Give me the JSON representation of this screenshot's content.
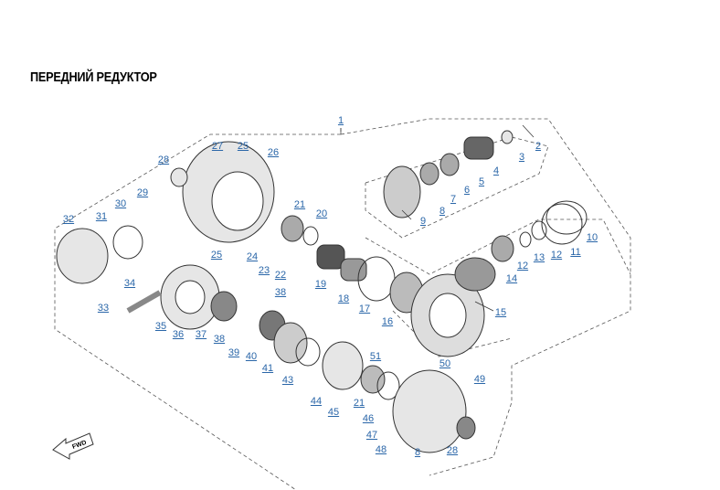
{
  "title": "ПЕРЕДНИЙ РЕДУКТОР",
  "fwd_label": "FWD",
  "callouts": [
    "1",
    "2",
    "3",
    "4",
    "5",
    "6",
    "7",
    "8",
    "9",
    "10",
    "11",
    "12",
    "13",
    "12",
    "14",
    "15",
    "16",
    "17",
    "18",
    "19",
    "20",
    "21",
    "22",
    "23",
    "24",
    "25",
    "25",
    "26",
    "27",
    "28",
    "29",
    "30",
    "31",
    "32",
    "33",
    "34",
    "35",
    "36",
    "37",
    "38",
    "38",
    "39",
    "40",
    "41",
    "43",
    "44",
    "45",
    "46",
    "47",
    "48",
    "49",
    "50",
    "51",
    "21",
    "8",
    "28"
  ],
  "colors": {
    "callout": "#2a66a8",
    "line": "#333333"
  }
}
